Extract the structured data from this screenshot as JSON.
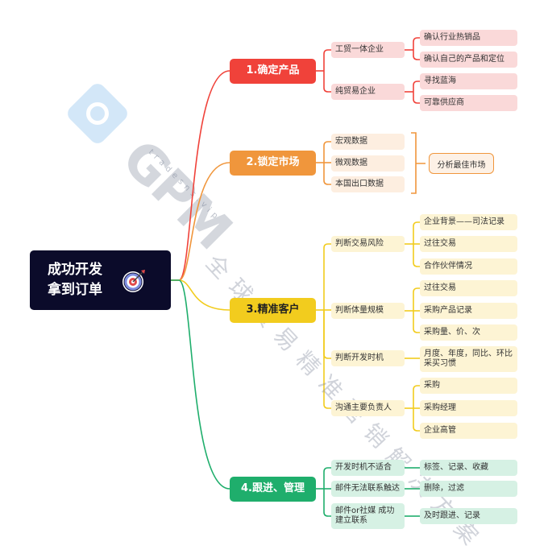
{
  "root": {
    "line1": "成功开发",
    "line2": "拿到订单",
    "icon": "target-icon"
  },
  "branches": [
    {
      "label": "1.确定产品",
      "color": "#f0423a",
      "light": "#fad9d9",
      "children": [
        {
          "label": "工贸一体企业",
          "children": [
            "确认行业热销品",
            "确认自己的产品和定位"
          ]
        },
        {
          "label": "纯贸易企业",
          "children": [
            "寻找蓝海",
            "可靠供应商"
          ]
        }
      ]
    },
    {
      "label": "2.锁定市场",
      "color": "#f0963c",
      "light": "#fdeee0",
      "children": [
        {
          "label": "宏观数据"
        },
        {
          "label": "微观数据"
        },
        {
          "label": "本国出口数据"
        }
      ],
      "summary": "分析最佳市场"
    },
    {
      "label": "3.精准客户",
      "color": "#f2cc1e",
      "light": "#fdf4d4",
      "children": [
        {
          "label": "判断交易风险",
          "children": [
            "企业背景——司法记录",
            "过往交易",
            "合作伙伴情况"
          ]
        },
        {
          "label": "判断体量规模",
          "children": [
            "过往交易",
            "采购产品记录",
            "采购量、价、次"
          ]
        },
        {
          "label": "判断开发时机",
          "children": [
            "月度、年度，同比、环比采买习惯"
          ]
        },
        {
          "label": "沟通主要负责人",
          "children": [
            "采购",
            "采购经理",
            "企业高管"
          ]
        }
      ]
    },
    {
      "label": "4.跟进、管理",
      "color": "#1fae6c",
      "light": "#d6f1e4",
      "children": [
        {
          "label": "开发时机不适合",
          "children": [
            "标签、记录、收藏"
          ]
        },
        {
          "label": "邮件无法联系触达",
          "children": [
            "删除，过滤"
          ]
        },
        {
          "label": "邮件or社媒 成功建立联系",
          "children": [
            "及时跟进、记录"
          ]
        }
      ]
    }
  ],
  "watermark": {
    "logo": "GPM",
    "site": "tradesns.vip",
    "slogan": "全球贸易精准营销解决方案"
  }
}
